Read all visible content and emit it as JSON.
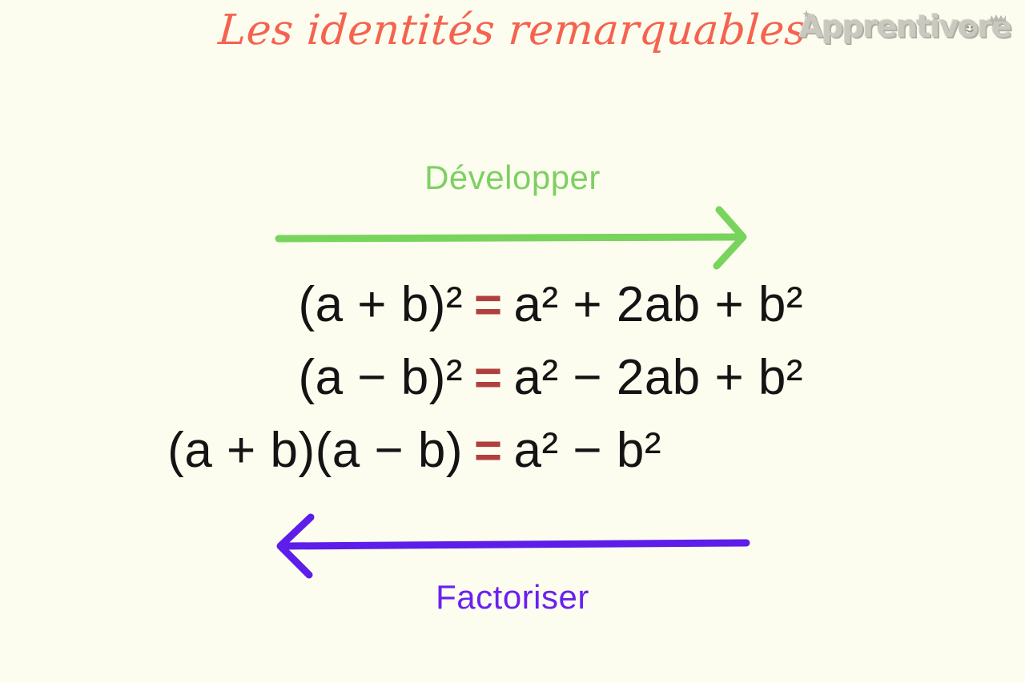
{
  "page": {
    "title": "Les identités remarquables",
    "background_color": "#fdfdef"
  },
  "brand": {
    "name": "Apprentivore",
    "color": "#c9c9bf"
  },
  "diagram": {
    "top_label": "Développer",
    "top_label_color": "#7ed063",
    "top_arrow_direction": "right",
    "top_arrow_color": "#78d45c",
    "bottom_label": "Factoriser",
    "bottom_label_color": "#6a21ef",
    "bottom_arrow_direction": "left",
    "bottom_arrow_color": "#5c1ee8",
    "equals_color": "#b04040",
    "formula_color": "#141414"
  },
  "formulas": [
    {
      "lhs": "(a + b)²",
      "eq": "=",
      "rhs": "a² + 2ab + b²",
      "plain": "(a + b)² = a² + 2ab + b²"
    },
    {
      "lhs": "(a − b)²",
      "eq": "=",
      "rhs": "a² − 2ab + b²",
      "plain": "(a − b)² = a² − 2ab + b²"
    },
    {
      "lhs": "(a + b)(a − b)",
      "eq": "=",
      "rhs": "a² − b²",
      "plain": "(a + b)(a − b) = a² − b²"
    }
  ]
}
